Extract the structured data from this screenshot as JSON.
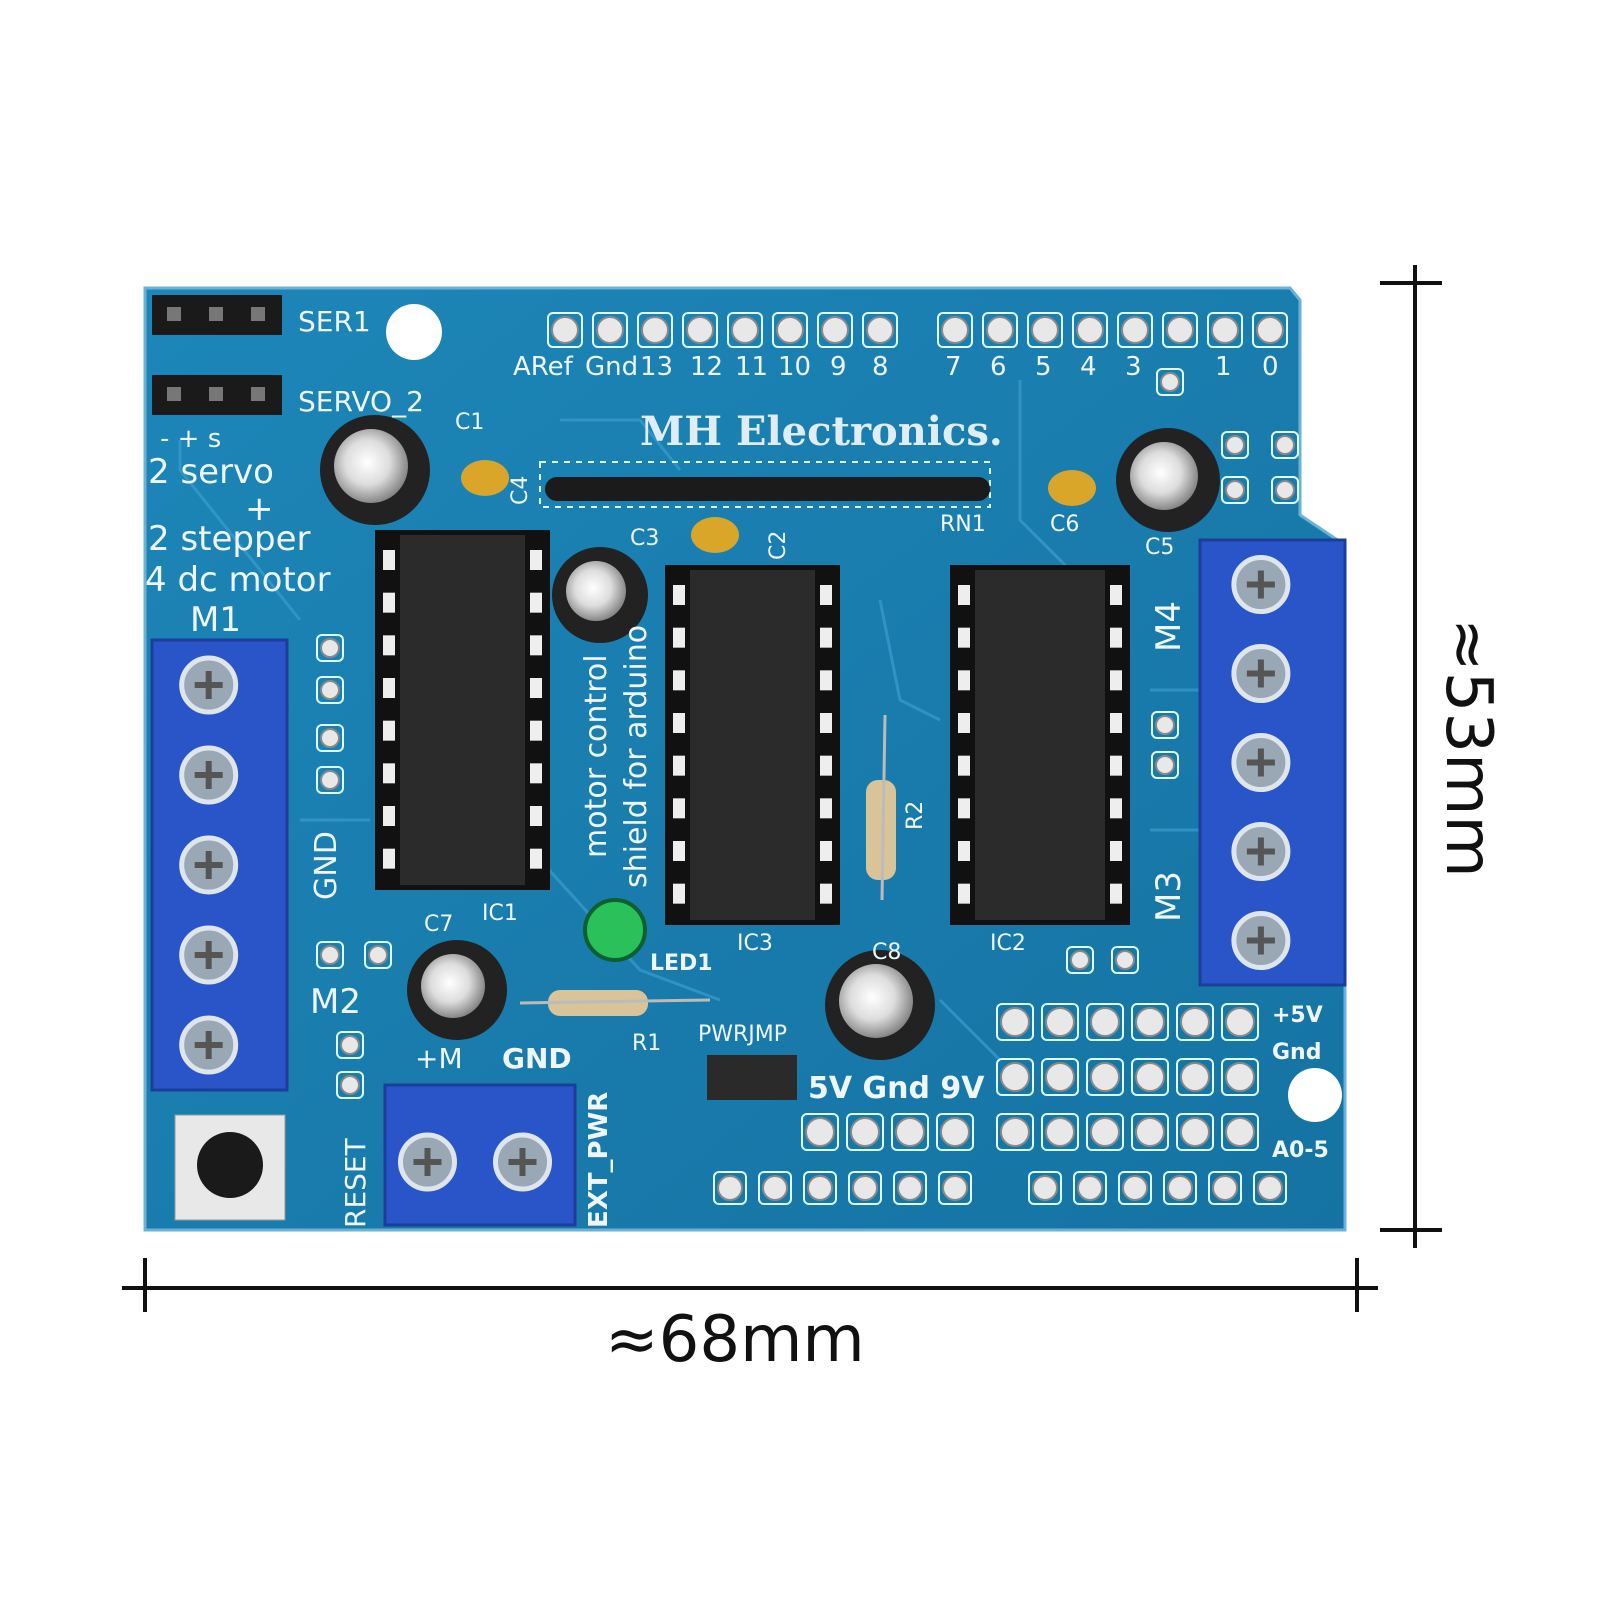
{
  "board": {
    "brand": "MH  Electronics.",
    "servo_headers": [
      "SER1",
      "SERVO_2"
    ],
    "servo_polarity": "-  +  s",
    "capability_lines": [
      "2  servo",
      "+",
      "2  stepper",
      "4  dc motor"
    ],
    "motor_ports": [
      "M1",
      "M2",
      "M3",
      "M4"
    ],
    "subtitle_lines": [
      "motor control",
      "shield for arduino"
    ],
    "digital_pin_labels": [
      "ARef",
      "Gnd",
      "13",
      "12",
      "11",
      "10",
      "9",
      "8",
      "7",
      "6",
      "5",
      "4",
      "3",
      "1",
      "0"
    ],
    "components": {
      "c1": "C1",
      "c2": "C2",
      "c3": "C3",
      "c4": "C4",
      "c5": "C5",
      "c6": "C6",
      "c7": "C7",
      "c8": "C8",
      "rn1": "RN1",
      "r1": "R1",
      "r2": "R2",
      "ic1": "IC1",
      "ic2": "IC2",
      "ic3": "IC3",
      "led1": "LED1"
    },
    "gnd_side": "GND",
    "power_terminal": [
      "+M",
      "GND"
    ],
    "ext_pwr": "EXT_PWR",
    "reset": "RESET",
    "pwrjmp": "PWRJMP",
    "power_select": "5V Gnd 9V",
    "rail_labels": [
      "+5V",
      "Gnd",
      "A0-5"
    ],
    "colors": {
      "pcb": "#1a7fae",
      "terminal": "#2a55c8",
      "ic": "#2a2a2a"
    }
  },
  "dimensions": {
    "width": "≈68mm",
    "height": "≈53mm"
  }
}
